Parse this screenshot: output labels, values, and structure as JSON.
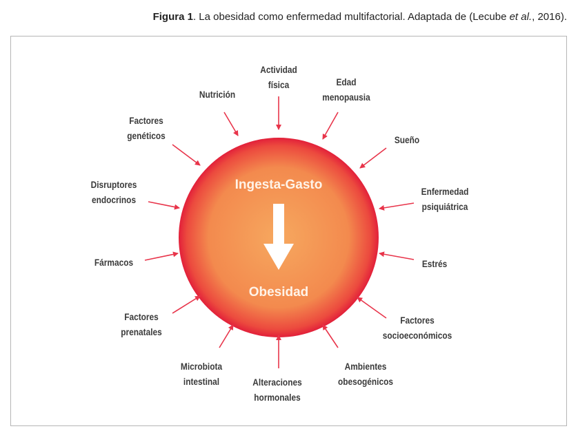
{
  "caption": {
    "figure_label": "Figura 1",
    "text": ". La obesidad como enfermedad multifactorial. Adaptada de (Lecube ",
    "italic": "et al.",
    "end": ", 2016)."
  },
  "center": {
    "top": "Ingesta-Gasto",
    "bottom": "Obesidad"
  },
  "factors": [
    {
      "line1": "Nutrición",
      "line2": ""
    },
    {
      "line1": "Actividad",
      "line2": "física"
    },
    {
      "line1": "Edad",
      "line2": "menopausia"
    },
    {
      "line1": "Factores",
      "line2": "genéticos"
    },
    {
      "line1": "Sueño",
      "line2": ""
    },
    {
      "line1": "Disruptores",
      "line2": "endocrinos"
    },
    {
      "line1": "Enfermedad",
      "line2": "psiquiátrica"
    },
    {
      "line1": "Fármacos",
      "line2": ""
    },
    {
      "line1": "Estrés",
      "line2": ""
    },
    {
      "line1": "Factores",
      "line2": "prenatales"
    },
    {
      "line1": "Factores",
      "line2": "socioeconómicos"
    },
    {
      "line1": "Microbiota",
      "line2": "intestinal"
    },
    {
      "line1": "Alteraciones",
      "line2": "hormonales"
    },
    {
      "line1": "Ambientes",
      "line2": "obesogénicos"
    }
  ],
  "colors": {
    "arrow": "#e8344a",
    "circle_edge": "#e8243a",
    "circle_center": "#f6a45e"
  }
}
